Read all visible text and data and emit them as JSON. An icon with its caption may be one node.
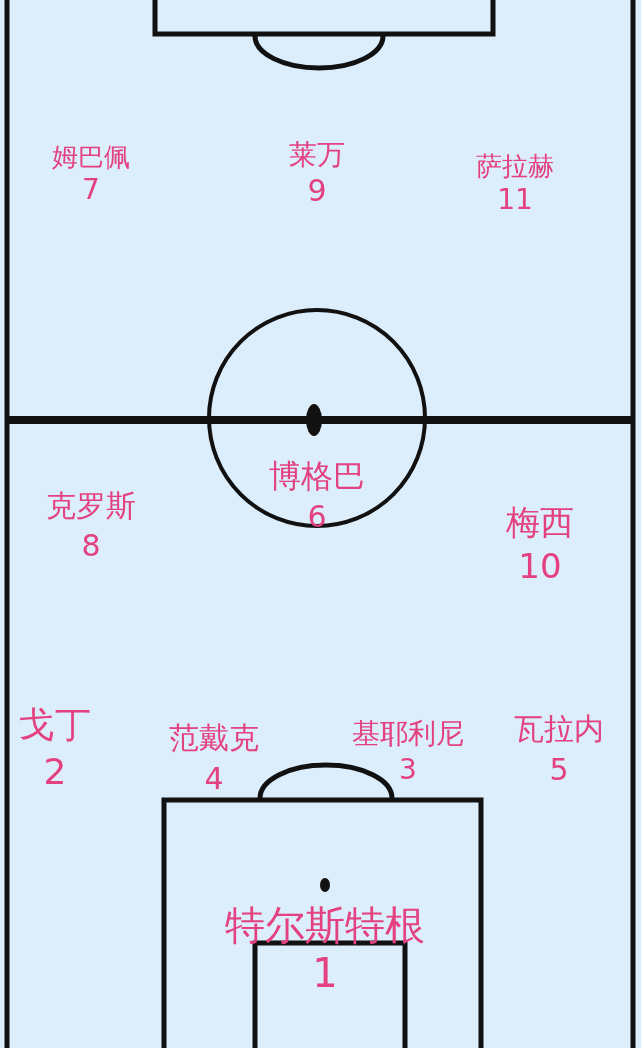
{
  "diagram": {
    "labels": [
      "姆巴佩",
      "7",
      "莱万",
      "9",
      "萨拉赫",
      "11",
      "克罗斯",
      "8",
      "博格巴",
      "6",
      "梅西",
      "10",
      "戈丁",
      "2",
      "范戴克",
      "4",
      "基耶利尼",
      "3",
      "瓦拉内",
      "5",
      "特尔斯特根",
      "1"
    ]
  }
}
